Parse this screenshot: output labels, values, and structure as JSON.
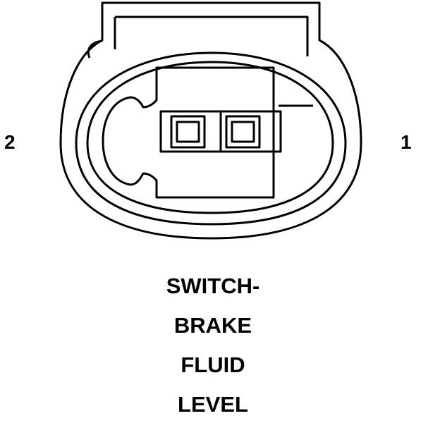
{
  "pins": {
    "left": "2",
    "right": "1"
  },
  "caption": {
    "lines": [
      "SWITCH-",
      "BRAKE",
      "FLUID",
      "LEVEL"
    ]
  },
  "colors": {
    "stroke": "#000000",
    "background": "#ffffff"
  }
}
